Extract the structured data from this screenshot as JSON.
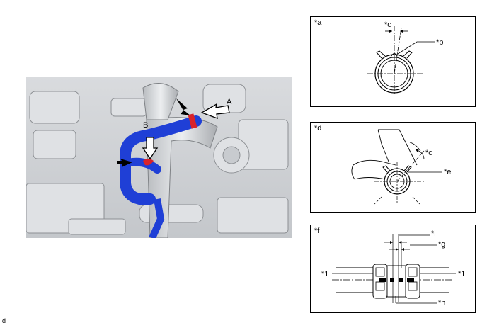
{
  "photo": {
    "label_a": "A",
    "label_b": "B"
  },
  "panels": {
    "a": {
      "label": "*a",
      "callouts": {
        "c": "*c",
        "b": "*b"
      }
    },
    "d": {
      "label": "*d",
      "callouts": {
        "c": "*c",
        "e": "*e"
      }
    },
    "f": {
      "label": "*f",
      "callouts": {
        "i": "*i",
        "g": "*g",
        "h": "*h",
        "one_left": "*1",
        "one_right": "*1"
      }
    }
  },
  "footer": {
    "code": "d"
  },
  "colors": {
    "hose": "#1f3fd6",
    "clamp": "#d8232a",
    "engine_gray": "#cfd2d6"
  }
}
